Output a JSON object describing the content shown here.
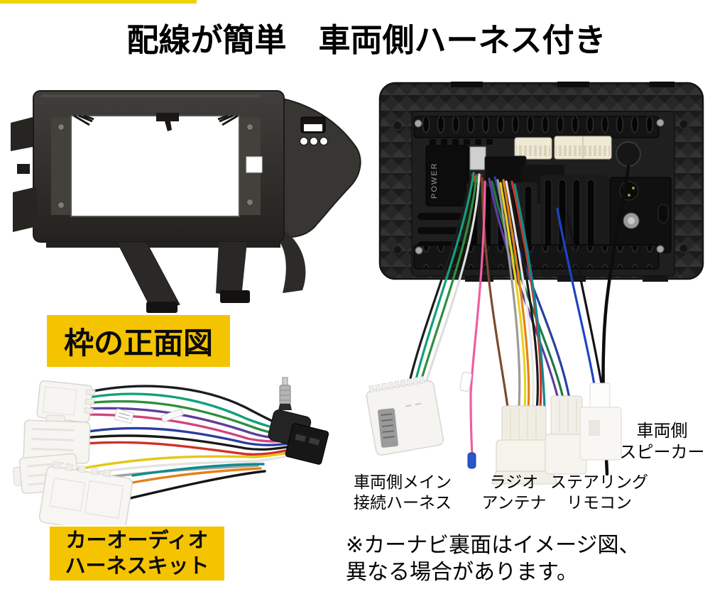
{
  "title": {
    "text": "配線が簡単　車両側ハーネス付き"
  },
  "captions": {
    "frame": "枠の正面図",
    "kit_line1": "カーオーディオ",
    "kit_line2": "ハーネスキット"
  },
  "part_labels": {
    "speaker_line1": "車両側",
    "speaker_line2": "スピーカー",
    "main_line1": "車両側メイン",
    "main_line2": "接続ハーネス",
    "antenna_line1": "ラジオ",
    "antenna_line2": "アンテナ",
    "steering_line1": "ステアリング",
    "steering_line2": "リモコン"
  },
  "note": {
    "line1": "※カーナビ裏面はイメージ図、",
    "line2": "異なる場合があります。"
  },
  "unit": {
    "power_label": "POWER"
  },
  "colors": {
    "caption_highlight_yellow": "#F5C400",
    "top_accent_bar_yellow": "#F0D203",
    "text_black": "#000000",
    "wire_colors": [
      "#12a07a",
      "#2f8f3c",
      "#5f3d9e",
      "#ef5f9f",
      "#2a3f9e",
      "#cf3327",
      "#ead21c",
      "#e2821a",
      "#7c4a2e",
      "#9b9b9b",
      "#e8e8e8",
      "#1a1a1a",
      "#0f8b8b",
      "#1e44c0"
    ]
  }
}
